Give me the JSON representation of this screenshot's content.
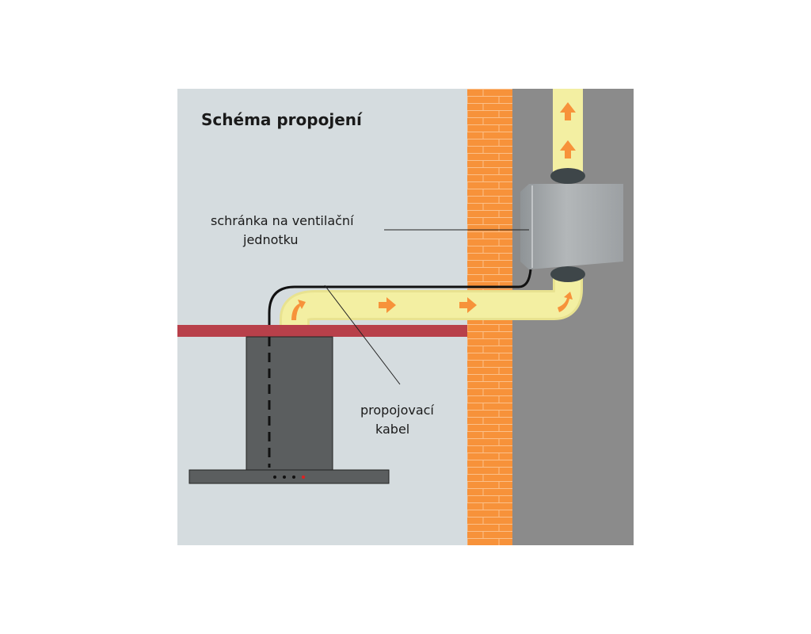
{
  "title": "Schéma propojení",
  "labels": {
    "box_line1": "schránka na ventilační",
    "box_line2": "jednotku",
    "cable_line1": "propojovací",
    "cable_line2": "kabel"
  },
  "colors": {
    "background": "#d5dcdf",
    "brick": "#f7923a",
    "outer_wall": "#8b8b8b",
    "shelf": "#b8404a",
    "hood": "#5b5e5f",
    "duct": "#f3efa2",
    "arrow": "#f7923a",
    "box": "#a2a6a9",
    "indicator_red": "#e02020"
  }
}
